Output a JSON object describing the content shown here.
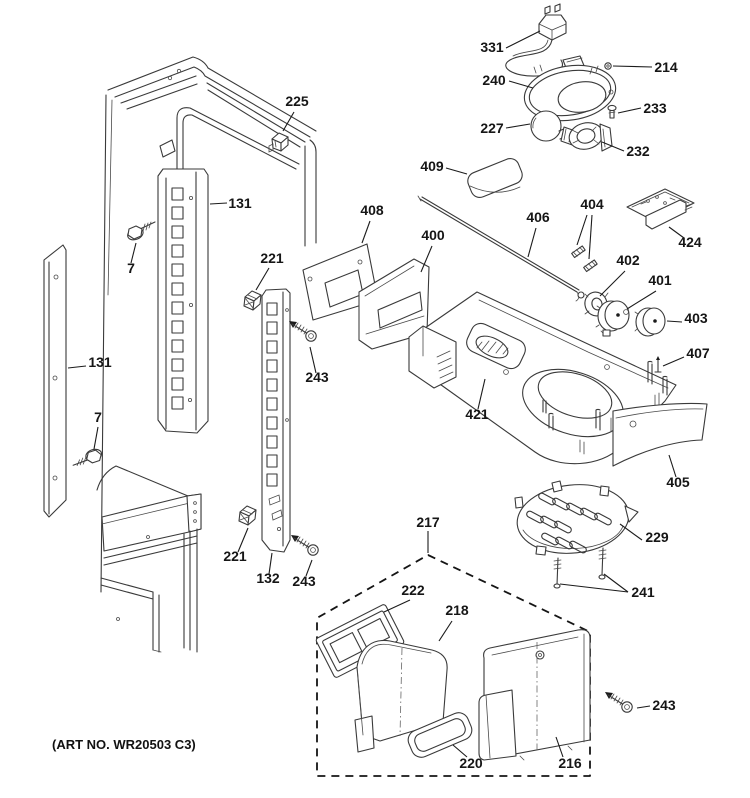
{
  "diagram": {
    "art_no": "(ART NO. WR20503 C3)",
    "background": "#ffffff",
    "line_color": "#3a3a3a"
  },
  "callouts": [
    {
      "label": "331"
    },
    {
      "label": "214"
    },
    {
      "label": "240"
    },
    {
      "label": "233"
    },
    {
      "label": "227"
    },
    {
      "label": "232"
    },
    {
      "label": "225"
    },
    {
      "label": "131"
    },
    {
      "label": "7"
    },
    {
      "label": "221"
    },
    {
      "label": "409"
    },
    {
      "label": "408"
    },
    {
      "label": "406"
    },
    {
      "label": "404"
    },
    {
      "label": "424"
    },
    {
      "label": "400"
    },
    {
      "label": "402"
    },
    {
      "label": "401"
    },
    {
      "label": "403"
    },
    {
      "label": "407"
    },
    {
      "label": "131"
    },
    {
      "label": "243"
    },
    {
      "label": "7"
    },
    {
      "label": "421"
    },
    {
      "label": "405"
    },
    {
      "label": "229"
    },
    {
      "label": "221"
    },
    {
      "label": "132"
    },
    {
      "label": "243"
    },
    {
      "label": "241"
    },
    {
      "label": "217"
    },
    {
      "label": "222"
    },
    {
      "label": "218"
    },
    {
      "label": "220"
    },
    {
      "label": "216"
    },
    {
      "label": "243"
    }
  ]
}
